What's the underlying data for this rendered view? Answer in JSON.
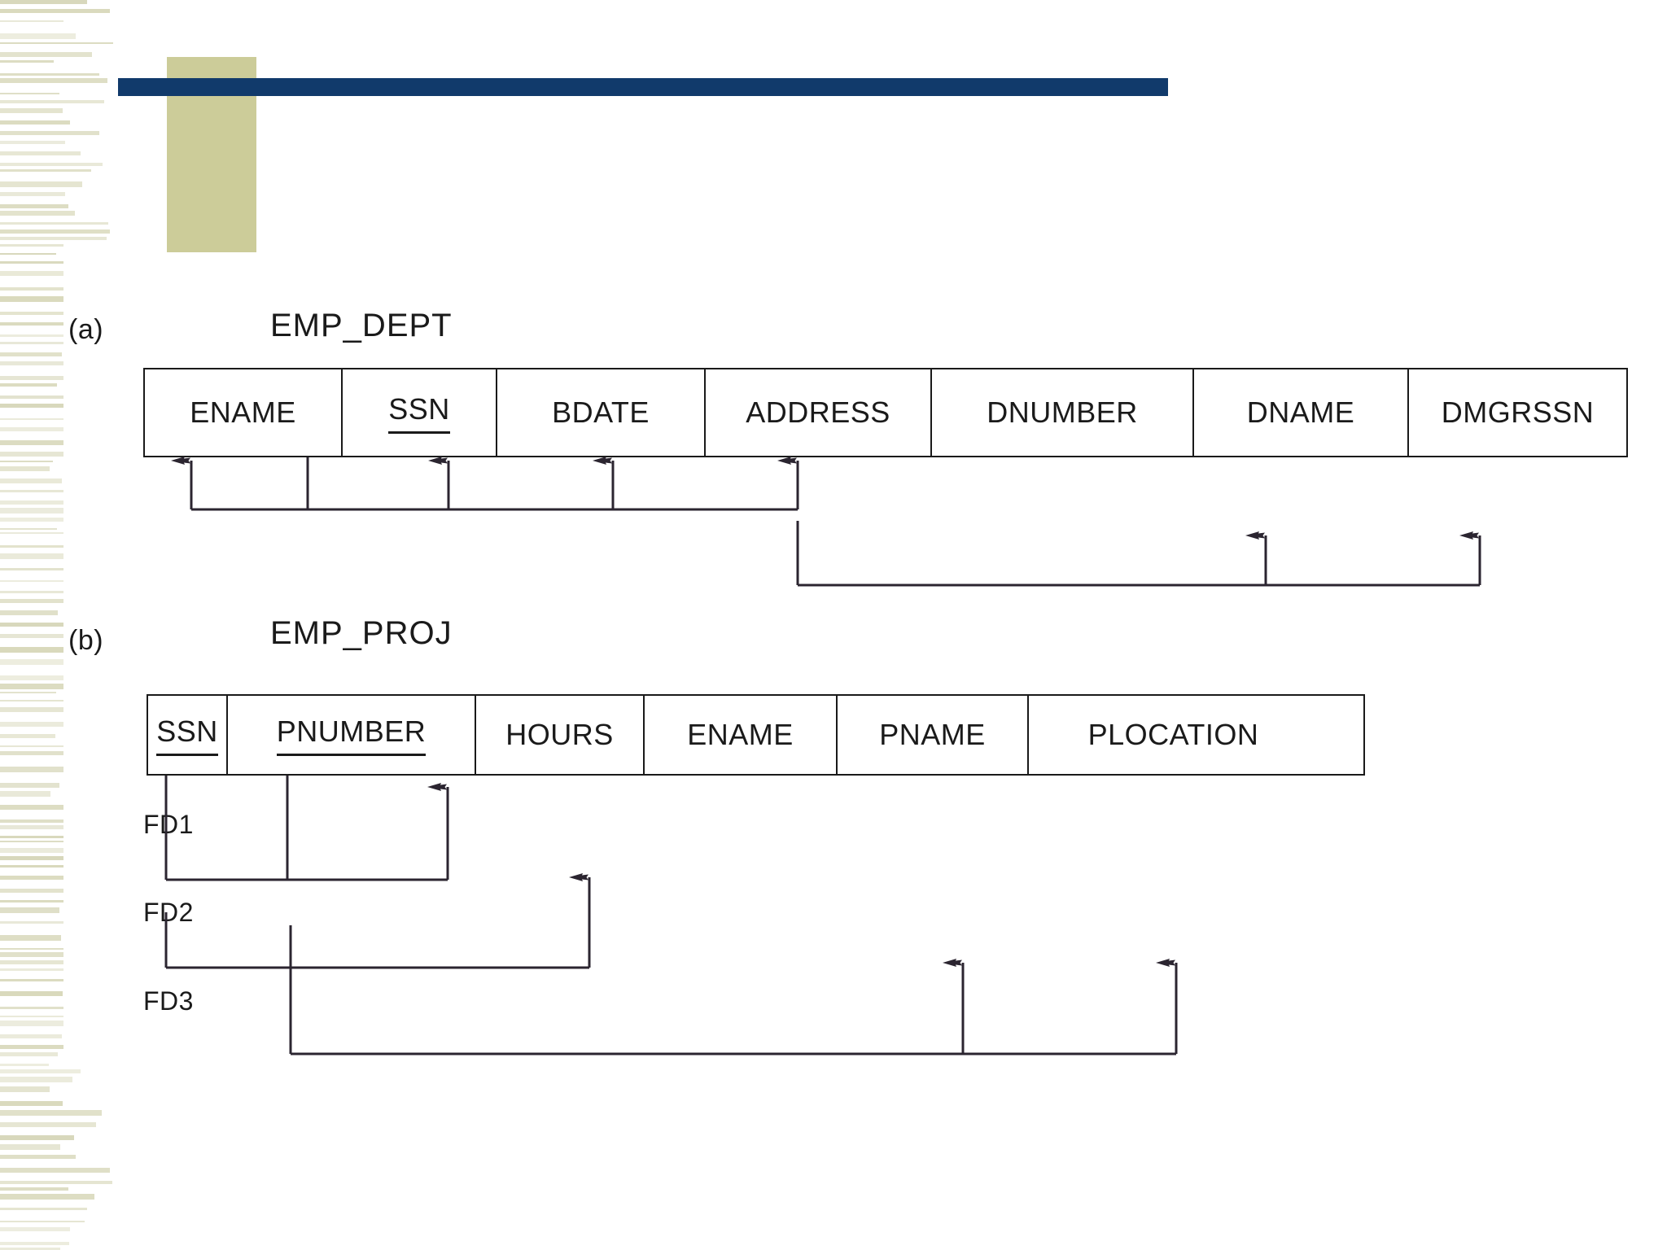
{
  "slide": {
    "background_color": "#ffffff",
    "accent_bar_color": "#113a6b",
    "accent_tab_color": "#cccc99",
    "stripe_color": "#d8d8bb",
    "line_color": "#1a1a1a"
  },
  "parts": {
    "a_label": "(a)",
    "b_label": "(b)"
  },
  "relations": [
    {
      "id": "emp_dept",
      "title": "EMP_DEPT",
      "attributes": [
        {
          "name": "ENAME",
          "key": false
        },
        {
          "name": "SSN",
          "key": true
        },
        {
          "name": "BDATE",
          "key": false
        },
        {
          "name": "ADDRESS",
          "key": false
        },
        {
          "name": "DNUMBER",
          "key": false
        },
        {
          "name": "DNAME",
          "key": false
        },
        {
          "name": "DMGRSSN",
          "key": false
        }
      ],
      "functional_dependencies": [
        {
          "label": "",
          "determinant": [
            "SSN"
          ],
          "dependents": [
            "ENAME",
            "BDATE",
            "ADDRESS",
            "DNUMBER"
          ]
        },
        {
          "label": "",
          "determinant": [
            "DNUMBER"
          ],
          "dependents": [
            "DNAME",
            "DMGRSSN"
          ]
        }
      ]
    },
    {
      "id": "emp_proj",
      "title": "EMP_PROJ",
      "attributes": [
        {
          "name": "SSN",
          "key": true
        },
        {
          "name": "PNUMBER",
          "key": true
        },
        {
          "name": "HOURS",
          "key": false
        },
        {
          "name": "ENAME",
          "key": false
        },
        {
          "name": "PNAME",
          "key": false
        },
        {
          "name": "PLOCATION",
          "key": false
        }
      ],
      "functional_dependencies": [
        {
          "label": "FD1",
          "determinant": [
            "SSN",
            "PNUMBER"
          ],
          "dependents": [
            "HOURS"
          ]
        },
        {
          "label": "FD2",
          "determinant": [
            "SSN"
          ],
          "dependents": [
            "ENAME"
          ]
        },
        {
          "label": "FD3",
          "determinant": [
            "PNUMBER"
          ],
          "dependents": [
            "PNAME",
            "PLOCATION"
          ]
        }
      ]
    }
  ]
}
